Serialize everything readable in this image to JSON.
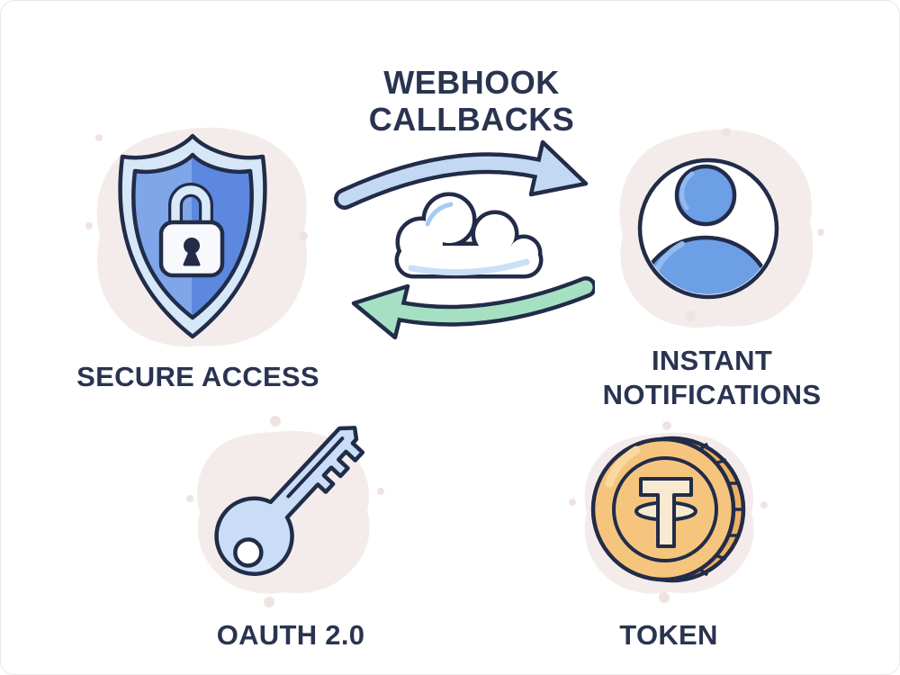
{
  "title": {
    "line1": "WEBHOOK",
    "line2": "CALLBACKS"
  },
  "nodes": [
    {
      "id": "secure-access",
      "label": "SECURE ACCESS",
      "icon": "shield-lock-icon",
      "position": "top-left"
    },
    {
      "id": "instant-notifications",
      "label": "INSTANT NOTIFICATIONS",
      "icon": "user-avatar-icon",
      "position": "top-right"
    },
    {
      "id": "oauth",
      "label": "OAUTH 2.0",
      "icon": "key-icon",
      "position": "bottom-left"
    },
    {
      "id": "token",
      "label": "TOKEN",
      "icon": "tether-coin-icon",
      "position": "bottom-right"
    }
  ],
  "flow": {
    "center_icon": "cloud-icon",
    "top_arrow": {
      "icon": "arrow-right-icon",
      "direction": "left-to-right",
      "color": "#c3d9f3"
    },
    "bottom_arrow": {
      "icon": "arrow-left-icon",
      "direction": "right-to-left",
      "color": "#a6e0c3"
    }
  },
  "colors": {
    "navy": "#2a3450",
    "stroke": "#222c49",
    "blob": "#f4eceb",
    "dot": "#efe3e1",
    "arrowBlue": "#c3d9f3",
    "arrowGreen": "#a6e0c3",
    "shieldRing": "#d6e7f8",
    "shieldLeft": "#7ea6e9",
    "shieldRight": "#5c88df",
    "lockShackle": "#d8e9f8",
    "lockBody": "#f7f9fc",
    "personBlue": "#6d9fe7",
    "personHighlight": "#93b9ef",
    "keyBlue": "#c9def6",
    "coinFace": "#f6c57d",
    "coinEdge": "#edb164",
    "coinRing": "#f9d99f",
    "cream": "#f7ead0",
    "cloudShade": "#cbe0f6",
    "cloudHighlight": "#a8ccf1",
    "white": "#ffffff"
  }
}
